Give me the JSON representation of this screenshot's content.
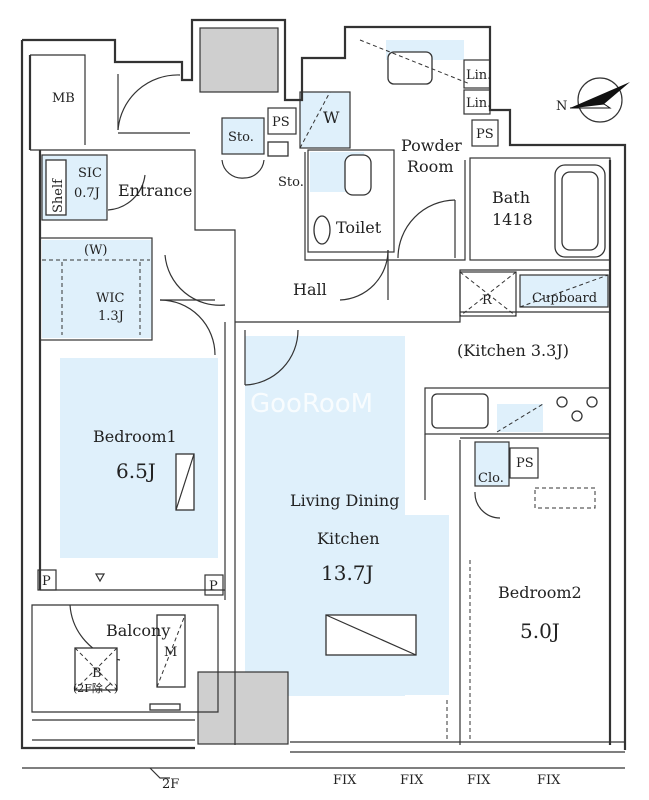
{
  "rooms": {
    "mb": "MB",
    "entrance": "Entrance",
    "sic": "SIC",
    "sic_size": "0.7J",
    "shelf": "Shelf",
    "w_paren": "(W)",
    "wic": "WIC",
    "wic_size": "1.3J",
    "sto": "Sto.",
    "sto_small": "Sto.",
    "ps1": "PS",
    "ps2": "PS",
    "ps3": "PS",
    "w": "W",
    "lin1": "Lin.",
    "lin2": "Lin.",
    "powder_line1": "Powder",
    "powder_line2": "Room",
    "toilet": "Toilet",
    "bath": "Bath",
    "bath_size": "1418",
    "hall": "Hall",
    "r": "R",
    "cupboard": "Cupboard",
    "kitchen": "(Kitchen 3.3J)",
    "bedroom1": "Bedroom1",
    "bedroom1_size": "6.5J",
    "ldk_line1": "Living Dining",
    "ldk_line2": "Kitchen",
    "ldk_size": "13.7J",
    "clo": "Clo.",
    "bedroom2": "Bedroom2",
    "bedroom2_size": "5.0J",
    "balcony": "Balcony",
    "m": "M",
    "b": "B",
    "b_note": "(2F除く)",
    "p1": "P",
    "p2": "P"
  },
  "footer": {
    "floor": "2F",
    "fix1": "FIX",
    "fix2": "FIX",
    "fix3": "FIX",
    "fix4": "FIX"
  },
  "compass": {
    "label": "N"
  },
  "watermark": "GooRooM",
  "colors": {
    "floor": "#dff0fb",
    "wall": "#333333"
  }
}
